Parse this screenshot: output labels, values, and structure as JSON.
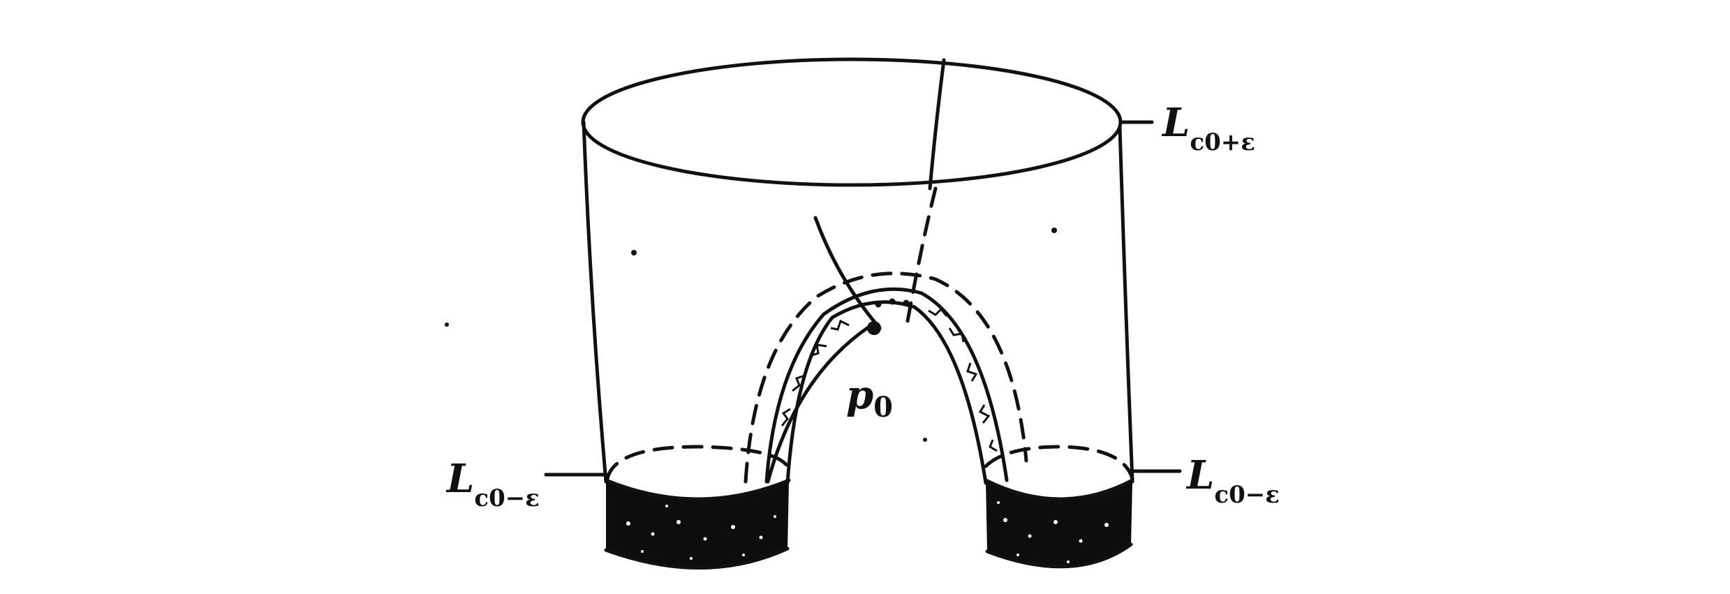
{
  "figure": {
    "ink_color": "#111111",
    "background": "#ffffff",
    "labels": {
      "top_level_set": {
        "main": "L",
        "sub": "c0+ε"
      },
      "left_level_set": {
        "main": "L",
        "sub": "c0−ε"
      },
      "right_level_set": {
        "main": "L",
        "sub": "c0−ε"
      },
      "critical_point": {
        "main": "p",
        "sub": "0"
      }
    }
  }
}
